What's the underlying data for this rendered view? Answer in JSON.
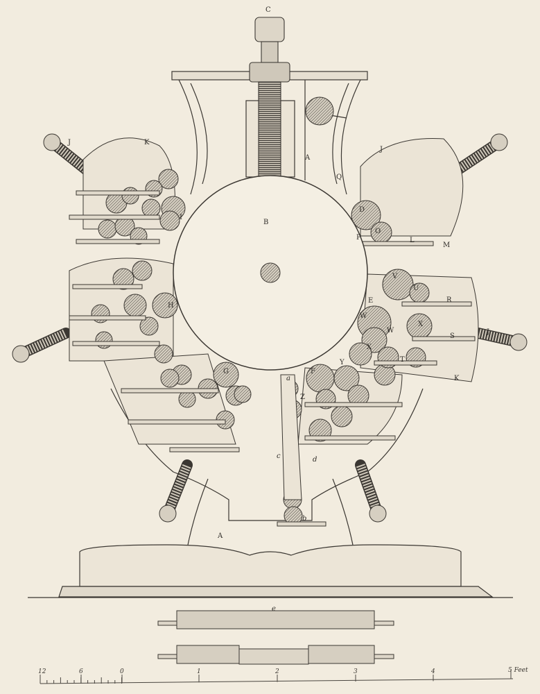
{
  "labels": [
    "C",
    "A",
    "Q",
    "J",
    "K",
    "I",
    "B",
    "D",
    "O",
    "P",
    "L",
    "M",
    "J",
    "V",
    "U",
    "R",
    "E",
    "W",
    "W",
    "X",
    "S",
    "J",
    "H",
    "X",
    "T",
    "K",
    "G",
    "F",
    "Y",
    "a",
    "Z",
    "c",
    "d",
    "b",
    "A",
    "e"
  ],
  "scale": {
    "ticks": [
      "12",
      "6",
      "0",
      "1",
      "2",
      "3",
      "4"
    ],
    "end_label": "5 Feet"
  },
  "colors": {
    "paper": "#f2ecdf",
    "ink": "#3b3732"
  }
}
